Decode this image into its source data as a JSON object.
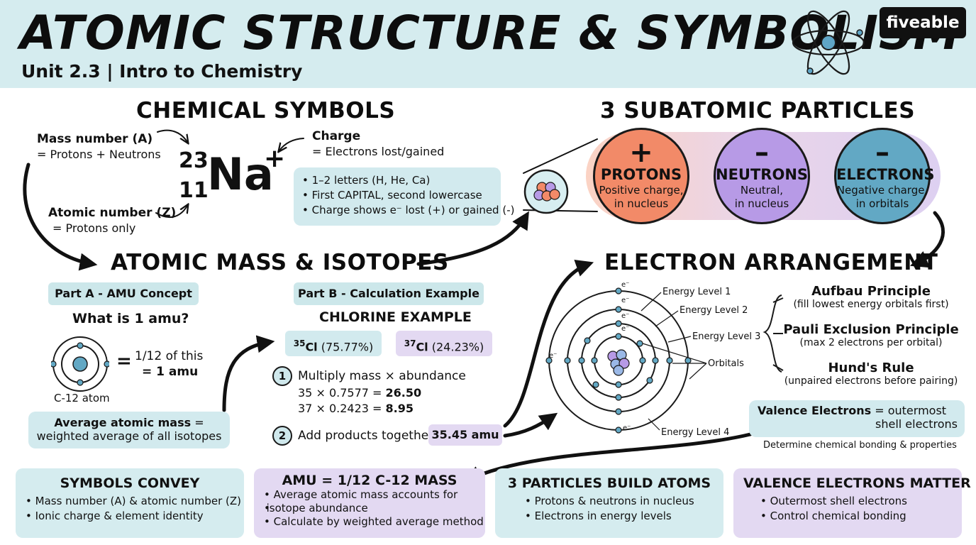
{
  "header": {
    "title": "ATOMIC STRUCTURE & SYMBOLISM",
    "subtitle": "Unit 2.3 | Intro to Chemistry",
    "brand": "fiveable"
  },
  "symbols": {
    "heading": "CHEMICAL SYMBOLS",
    "mass_label": "Mass number (A)",
    "mass_desc": "= Protons + Neutrons",
    "atomic_label": "Atomic number (Z)",
    "atomic_desc": "= Protons only",
    "charge_label": "Charge",
    "charge_desc": "= Electrons lost/gained",
    "mass_num": "23",
    "atomic_num": "11",
    "element": "Na",
    "charge": "+",
    "rules": [
      "1–2 letters (H, He, Ca)",
      "First CAPITAL, second lowercase",
      "Charge shows e⁻ lost (+) or gained (-)"
    ]
  },
  "particles": {
    "heading": "3 SUBATOMIC PARTICLES",
    "items": [
      {
        "sign": "+",
        "name": "PROTONS",
        "desc1": "Positive charge,",
        "desc2": "in nucleus"
      },
      {
        "sign": "–",
        "name": "NEUTRONS",
        "desc1": "Neutral,",
        "desc2": "in nucleus"
      },
      {
        "sign": "–",
        "name": "ELECTRONS",
        "desc1": "Negative charge,",
        "desc2": "in orbitals"
      }
    ],
    "colors": {
      "protons": "#f28a68",
      "neutrons": "#b79ae6",
      "electrons": "#62a8c4",
      "band_left": "#fbd3c4",
      "band_right": "#ddd0f1"
    }
  },
  "isotopes": {
    "heading": "ATOMIC MASS & ISOTOPES",
    "part_a": "Part A - AMU Concept",
    "part_a_q": "What is 1 amu?",
    "amu_def_1": "1/12 of this",
    "amu_def_2": "= 1 amu",
    "atom_label": "C-12 atom",
    "avg_bold": "Average atomic mass",
    "avg_rest": " =",
    "avg_line2": "weighted average of all isotopes",
    "part_b": "Part B - Calculation Example",
    "example_title": "CHLORINE EXAMPLE",
    "iso1_mass": "35",
    "iso1_sym": "Cl",
    "iso1_pct": " (75.77%)",
    "iso2_mass": "37",
    "iso2_sym": "Cl",
    "iso2_pct": " (24.23%)",
    "step1_num": "1",
    "step1": "Multiply mass × abundance",
    "calc1": "35 × 0.7577 = ",
    "calc1_res": "26.50",
    "calc2": "37 × 0.2423 = ",
    "calc2_res": "8.95",
    "step2_num": "2",
    "step2": "Add products together",
    "result": "35.45 amu"
  },
  "electrons": {
    "heading": "ELECTRON ARRANGEMENT",
    "levels": [
      "Energy Level 1",
      "Energy Level 2",
      "Energy Level 3",
      "Energy Level 4"
    ],
    "orbitals": "Orbitals",
    "e_label": "e⁻",
    "principles": [
      {
        "name": "Aufbau Principle",
        "desc": "(fill lowest energy orbitals first)"
      },
      {
        "name": "Pauli Exclusion Principle",
        "desc": "(max 2 electrons per orbital)"
      },
      {
        "name": "Hund's Rule",
        "desc": "(unpaired electrons before pairing)"
      }
    ],
    "valence_bold": "Valence Electrons",
    "valence_rest": " = outermost",
    "valence_line2": "shell electrons",
    "valence_note": "Determine chemical bonding & properties"
  },
  "summary": [
    {
      "title": "SYMBOLS CONVEY",
      "items": [
        "Mass number (A) & atomic number (Z)",
        "Ionic charge & element identity"
      ]
    },
    {
      "title": "AMU = 1/12 C-12 MASS",
      "items": [
        "Average atomic mass accounts for",
        "isotope abundance",
        "Calculate by weighted average method"
      ]
    },
    {
      "title": "3 PARTICLES BUILD ATOMS",
      "items": [
        "Protons & neutrons in nucleus",
        "Electrons in energy levels"
      ]
    },
    {
      "title": "VALENCE ELECTRONS MATTER",
      "items": [
        "Outermost shell electrons",
        "Control chemical bonding"
      ]
    }
  ]
}
